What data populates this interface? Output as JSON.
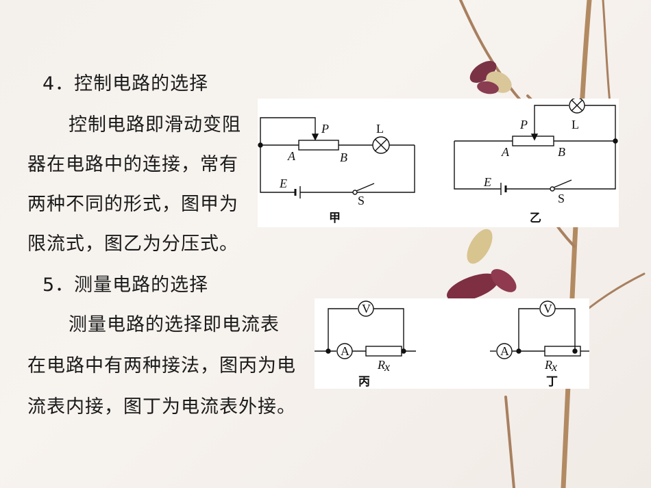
{
  "section4": {
    "heading": "4．控制电路的选择",
    "lines": [
      "控制电路即滑动变阻",
      "器在电路中的连接，常有",
      "两种不同的形式，图甲为",
      "限流式，图乙为分压式。"
    ]
  },
  "section5": {
    "heading": "5．测量电路的选择",
    "lines": [
      "测量电路的选择即电流表",
      "在电路中有两种接法，图丙为电",
      "流表内接，图丁为电流表外接。"
    ]
  },
  "figure_top": {
    "jia": {
      "P": "P",
      "A": "A",
      "B": "B",
      "L": "L",
      "E": "E",
      "S": "S",
      "caption": "甲"
    },
    "yi": {
      "P": "P",
      "A": "A",
      "B": "B",
      "L": "L",
      "E": "E",
      "S": "S",
      "caption": "乙"
    }
  },
  "figure_bottom": {
    "bing": {
      "V": "V",
      "A": "A",
      "R": "R",
      "Rsub": "x",
      "caption": "丙"
    },
    "ding": {
      "V": "V",
      "A": "A",
      "R": "R",
      "Rsub": "x",
      "caption": "丁"
    }
  }
}
